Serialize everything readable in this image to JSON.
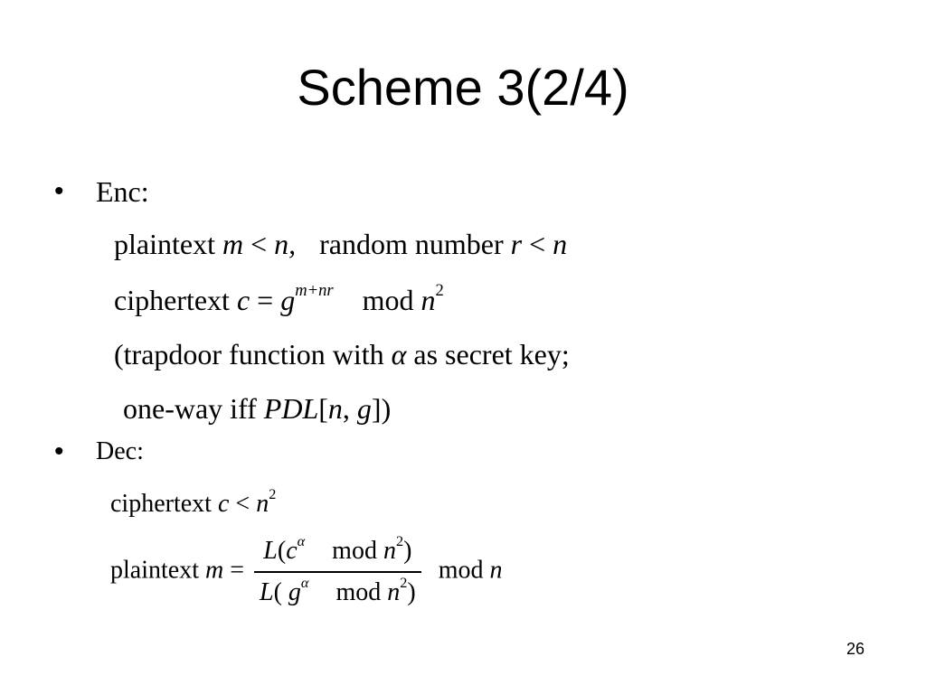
{
  "slide": {
    "title": "Scheme 3(2/4)",
    "bullet_char": "•",
    "page_number": "26"
  },
  "enc": {
    "label": "Enc:",
    "line1": {
      "plaintext_word": "plaintext",
      "m": "m",
      "lt": "<",
      "n_comma": "n,",
      "random_word": "random number",
      "r": "r",
      "n": "n"
    },
    "line2": {
      "ciphertext_word": "ciphertext",
      "c": "c",
      "eq": "=",
      "g": "g",
      "exponent": "m+nr",
      "mod": "mod",
      "n": "n",
      "sq": "2"
    },
    "line3": {
      "prefix": "(trapdoor function with",
      "alpha": "α",
      "suffix": "as secret key;"
    },
    "line4": {
      "prefix": "one-way iff",
      "pdl": "PDL",
      "args_open": "[",
      "args_n": "n",
      "args_comma": ",",
      "args_g": "g",
      "args_close": "])"
    }
  },
  "dec": {
    "label": "Dec:",
    "line1": {
      "ciphertext_word": "ciphertext",
      "c": "c",
      "lt": "<",
      "n": "n",
      "sq": "2"
    },
    "line2": {
      "plaintext_word": "plaintext",
      "m": "m",
      "eq": "=",
      "num_L": "L",
      "num_open": "(",
      "num_c": "c",
      "num_alpha": "α",
      "num_mod": "mod",
      "num_n": "n",
      "num_sq": "2",
      "num_close": ")",
      "den_L": "L",
      "den_open": "(",
      "den_g": "g",
      "den_alpha": "α",
      "den_mod": "mod",
      "den_n": "n",
      "den_sq": "2",
      "den_close": ")",
      "mod": "mod",
      "n": "n"
    }
  }
}
